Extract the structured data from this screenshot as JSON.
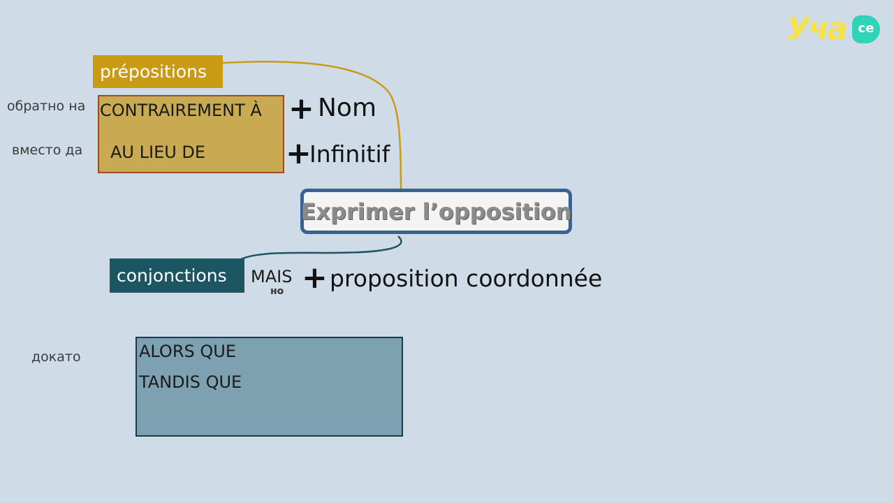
{
  "logo": {
    "text": "Уча",
    "badge": "се"
  },
  "title": "Exprimer l’opposition",
  "prepositions": {
    "label": "prépositions",
    "items": [
      {
        "term": "CONTRAIREMENT À",
        "translation": "обратно на",
        "construction": "Nom"
      },
      {
        "term": "AU LIEU DE",
        "translation": "вместо да",
        "construction": "Infinitif"
      }
    ]
  },
  "conjonctions": {
    "label": "conjonctions",
    "mais": {
      "term": "MAIS",
      "translation": "но",
      "construction": "proposition coordonnée"
    },
    "box": {
      "translation": "докато",
      "items": [
        "ALORS QUE",
        "TANDIS QUE"
      ]
    }
  },
  "colors": {
    "background": "#d0dbe8",
    "prepositions_accent": "#c99a14",
    "conjonctions_accent": "#1d5663",
    "title_border": "#3b6190"
  }
}
